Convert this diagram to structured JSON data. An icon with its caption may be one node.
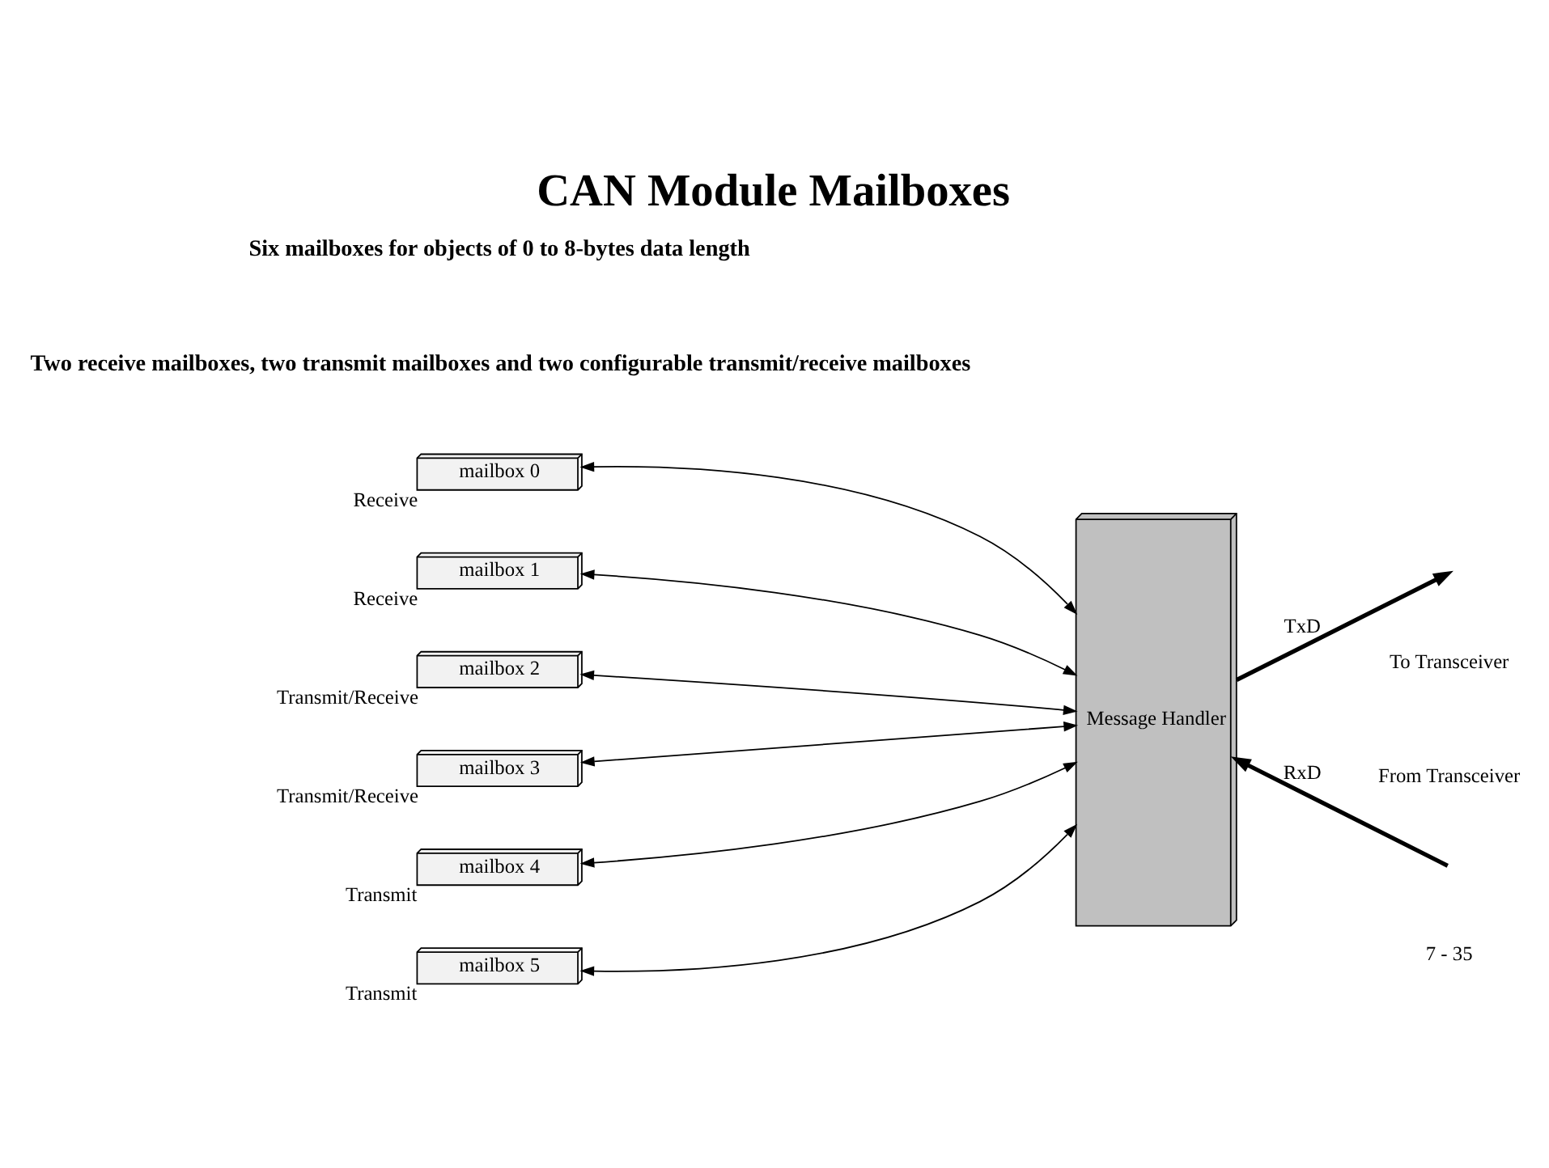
{
  "diagram": {
    "title": "CAN Module Mailboxes",
    "nodes": [
      {
        "text": [
          "mailbox 0"
        ],
        "beside": [
          "Receive"
        ]
      },
      {
        "text": [
          "mailbox 1"
        ],
        "beside": [
          "Receive"
        ]
      },
      {
        "text": [
          "mailbox 2"
        ],
        "beside": [
          "Transmit/Receive"
        ]
      },
      {
        "text": [
          "mailbox 3"
        ],
        "beside": [
          "Transmit/Receive"
        ]
      },
      {
        "text": [
          "mailbox 4"
        ],
        "beside": [
          "Transmit"
        ]
      },
      {
        "text": [
          "mailbox 5"
        ],
        "beside": [
          "Transmit"
        ]
      },
      {
        "text": [
          "Message Handler"
        ]
      }
    ],
    "edges": [
      {
        "from": 0,
        "to": 6,
        "arrow": "both"
      },
      {
        "from": 1,
        "to": 6,
        "arrow": "both"
      },
      {
        "from": 2,
        "to": 6,
        "arrow": "both"
      },
      {
        "from": 3,
        "to": 6,
        "arrow": "both"
      },
      {
        "from": 4,
        "to": 6,
        "arrow": "both"
      },
      {
        "from": 5,
        "to": 6,
        "arrow": "both"
      },
      {
        "from": 6,
        "to": null,
        "arrow": "to",
        "label": "TxD",
        "style": "thick"
      },
      {
        "from": null,
        "to": 6,
        "arrow": "to",
        "label": "RxD",
        "style": "thick"
      }
    ],
    "labels": [
      "Six mailboxes for objects of 0 to 8-bytes data length",
      "Two receive mailboxes, two transmit mailboxes and two configurable transmit/receive mailboxes",
      "To Transceiver",
      "From Transceiver",
      "7 - 35"
    ]
  }
}
